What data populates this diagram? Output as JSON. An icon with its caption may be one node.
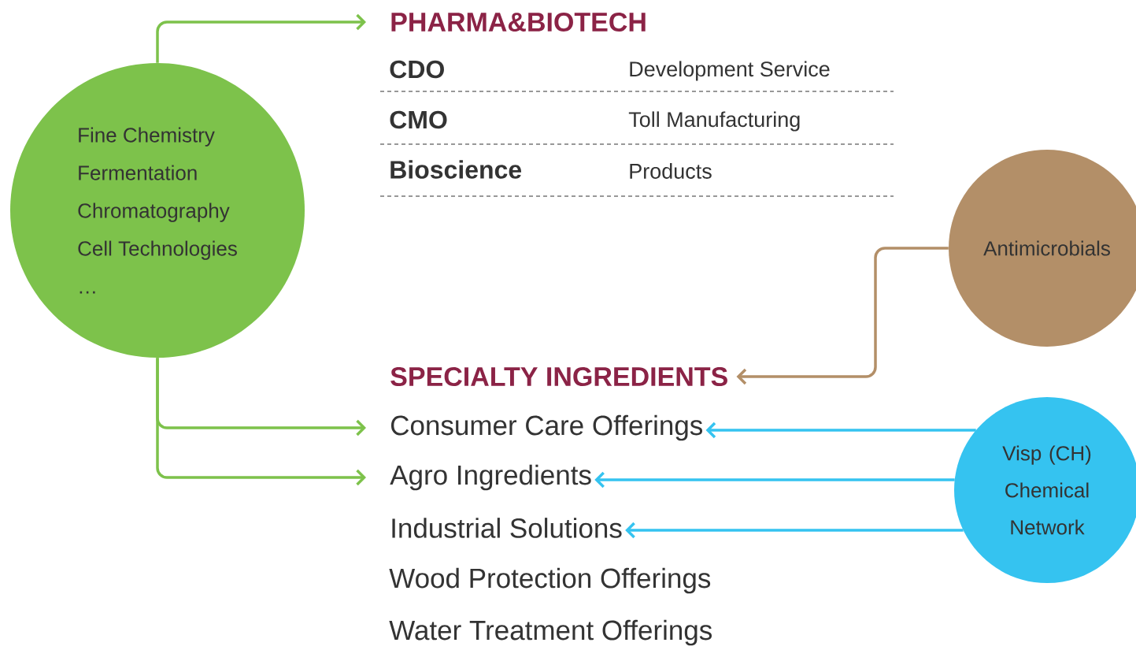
{
  "diagram": {
    "nodes": [
      {
        "text": [
          "Fine Chemistry",
          "Fermentation",
          "Chromatography",
          "Cell Technologies",
          "…"
        ]
      },
      {
        "text": [
          "PHARMA&BIOTECH"
        ]
      },
      {
        "text": [
          "SPECIALTY INGREDIENTS"
        ]
      },
      {
        "text": [
          "Consumer Care Offerings"
        ]
      },
      {
        "text": [
          "Agro Ingredients"
        ]
      },
      {
        "text": [
          "Industrial Solutions"
        ]
      },
      {
        "text": [
          "Antimicrobials"
        ]
      },
      {
        "text": [
          "Visp (CH) Chemical Network"
        ]
      }
    ],
    "edges": [
      {
        "from": 0,
        "to": 1,
        "arrow": "to",
        "color": "#7dc24b"
      },
      {
        "from": 0,
        "to": 3,
        "arrow": "to",
        "color": "#7dc24b"
      },
      {
        "from": 0,
        "to": 4,
        "arrow": "to",
        "color": "#7dc24b"
      },
      {
        "from": 6,
        "to": 2,
        "arrow": "to",
        "color": "#b38f68"
      },
      {
        "from": 7,
        "to": 3,
        "arrow": "to",
        "color": "#35c3f0"
      },
      {
        "from": 7,
        "to": 4,
        "arrow": "to",
        "color": "#35c3f0"
      },
      {
        "from": 7,
        "to": 5,
        "arrow": "to",
        "color": "#35c3f0"
      }
    ],
    "labels": [
      "CDO",
      "Development Service",
      "CMO",
      "Toll Manufacturing",
      "Bioscience",
      "Products",
      "Wood Protection Offerings",
      "Water Treatment Offerings"
    ]
  }
}
